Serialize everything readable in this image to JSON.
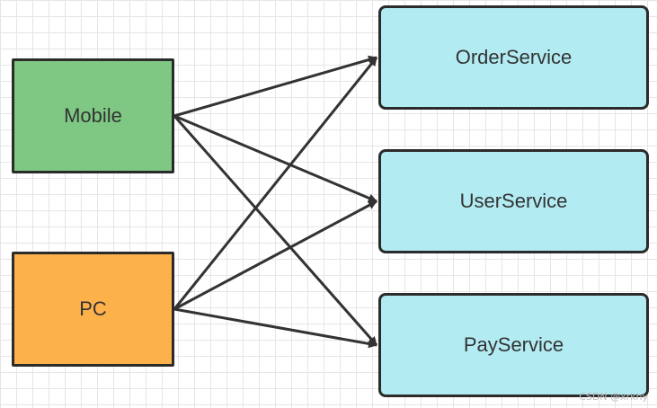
{
  "diagram": {
    "nodes": {
      "mobile": {
        "label": "Mobile",
        "fill": "#7ec883"
      },
      "pc": {
        "label": "PC",
        "fill": "#fdb14b"
      },
      "order": {
        "label": "OrderService",
        "fill": "#b2ebf2"
      },
      "user": {
        "label": "UserService",
        "fill": "#b2ebf2"
      },
      "pay": {
        "label": "PayService",
        "fill": "#b2ebf2"
      }
    },
    "edges": [
      {
        "from": "mobile",
        "to": "order"
      },
      {
        "from": "mobile",
        "to": "user"
      },
      {
        "from": "mobile",
        "to": "pay"
      },
      {
        "from": "pc",
        "to": "order"
      },
      {
        "from": "pc",
        "to": "user"
      },
      {
        "from": "pc",
        "to": "pay"
      }
    ],
    "edge_color": "#333333",
    "grid_color": "#e6e6e6"
  },
  "watermark": "CSDN @xrkhy"
}
